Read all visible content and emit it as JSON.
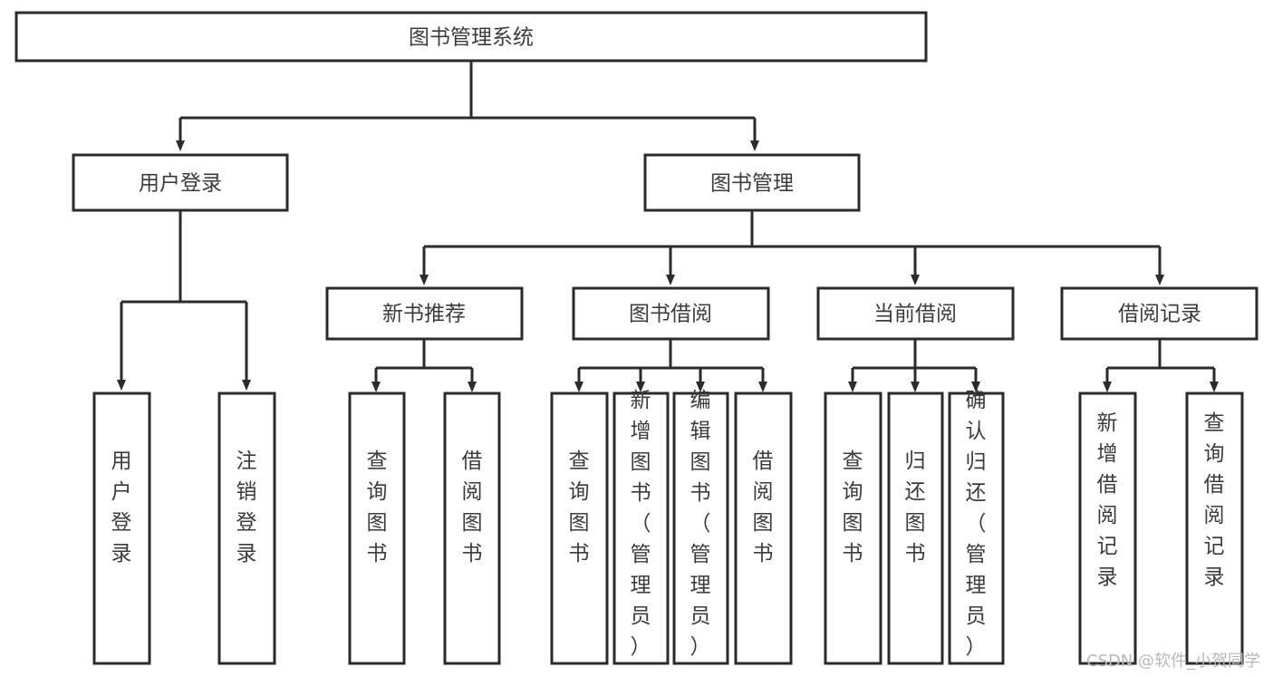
{
  "diagram": {
    "type": "tree-hierarchy",
    "title": "图书管理系统",
    "watermark": "CSDN @软件_小贺同学",
    "colors": {
      "stroke": "#2b2b2b",
      "fill": "#ffffff",
      "text": "#3c3c3c",
      "watermark": "#b9b9b9"
    },
    "levels": {
      "root": {
        "label": "图书管理系统"
      },
      "level2": [
        {
          "label": "用户登录"
        },
        {
          "label": "图书管理"
        }
      ],
      "level3": [
        {
          "label": "新书推荐"
        },
        {
          "label": "图书借阅"
        },
        {
          "label": "当前借阅"
        },
        {
          "label": "借阅记录"
        }
      ],
      "leaves": {
        "user_login": [
          {
            "label": "用户登录"
          },
          {
            "label": "注销登录"
          }
        ],
        "new_book_recommend": [
          {
            "label": "查询图书"
          },
          {
            "label": "借阅图书"
          }
        ],
        "book_borrow": [
          {
            "label": "查询图书"
          },
          {
            "label": "新增图书（管理员）"
          },
          {
            "label": "编辑图书（管理员）"
          },
          {
            "label": "借阅图书"
          }
        ],
        "current_borrow": [
          {
            "label": "查询图书"
          },
          {
            "label": "归还图书"
          },
          {
            "label": "确认归还（管理员）"
          }
        ],
        "borrow_record": [
          {
            "label": "新增借阅记录"
          },
          {
            "label": "查询借阅记录"
          }
        ]
      }
    }
  }
}
